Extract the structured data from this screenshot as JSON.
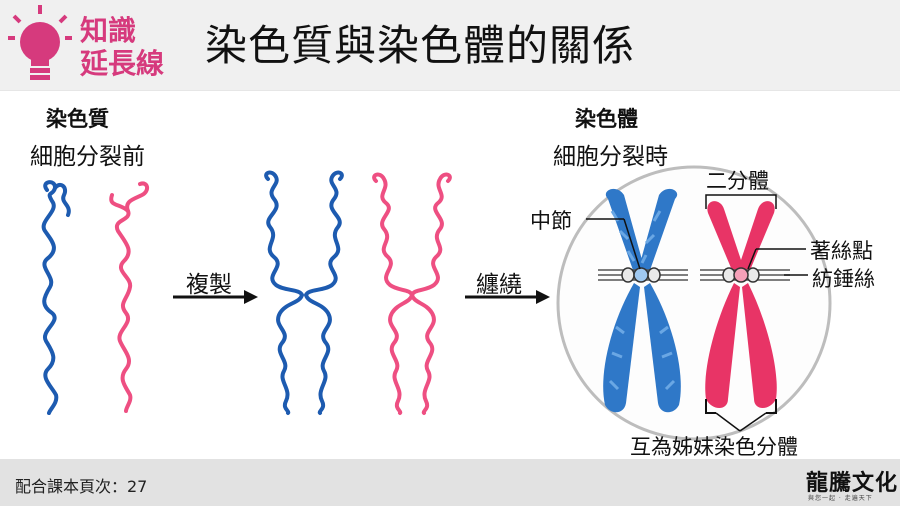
{
  "header": {
    "badge_line1": "知識",
    "badge_line2": "延長線",
    "title": "染色質與染色體的關係"
  },
  "left": {
    "heading": "染色質",
    "sub": "細胞分裂前"
  },
  "arrows": {
    "first": "複製",
    "second": "纏繞"
  },
  "right": {
    "heading": "染色體",
    "sub": "細胞分裂時"
  },
  "labels": {
    "centromere_node": "中節",
    "half": "二分體",
    "kinetochore": "著絲點",
    "spindle": "紡錘絲",
    "sister": "互為姊妹染色分體"
  },
  "footer": {
    "page_ref": "配合課本頁次：27",
    "publisher": "龍騰文化",
    "slogan": "與您一起 · 走遍天下"
  },
  "colors": {
    "blue": "#1d5bb0",
    "pink": "#ee4f82",
    "accent": "#d63a7d",
    "chromo_pink": "#e83466"
  }
}
